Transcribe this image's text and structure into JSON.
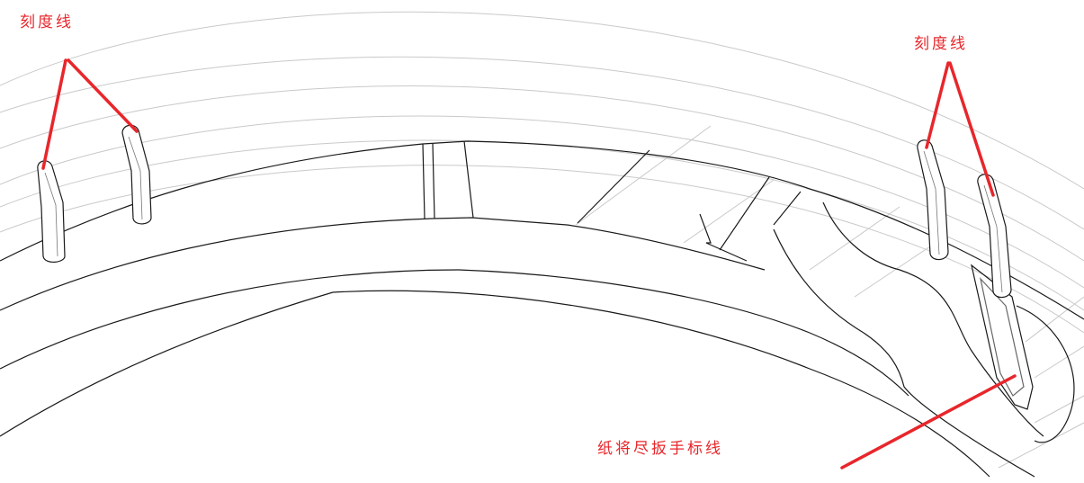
{
  "annotations": {
    "scale_line_left": "刻度线",
    "scale_line_right": "刻度线",
    "wrench_mark_line": "纸将尽扳手标线"
  },
  "colors": {
    "annotation": "#e8262b",
    "guide_lines": "#c9c9c9",
    "outline": "#1a1a1a"
  }
}
